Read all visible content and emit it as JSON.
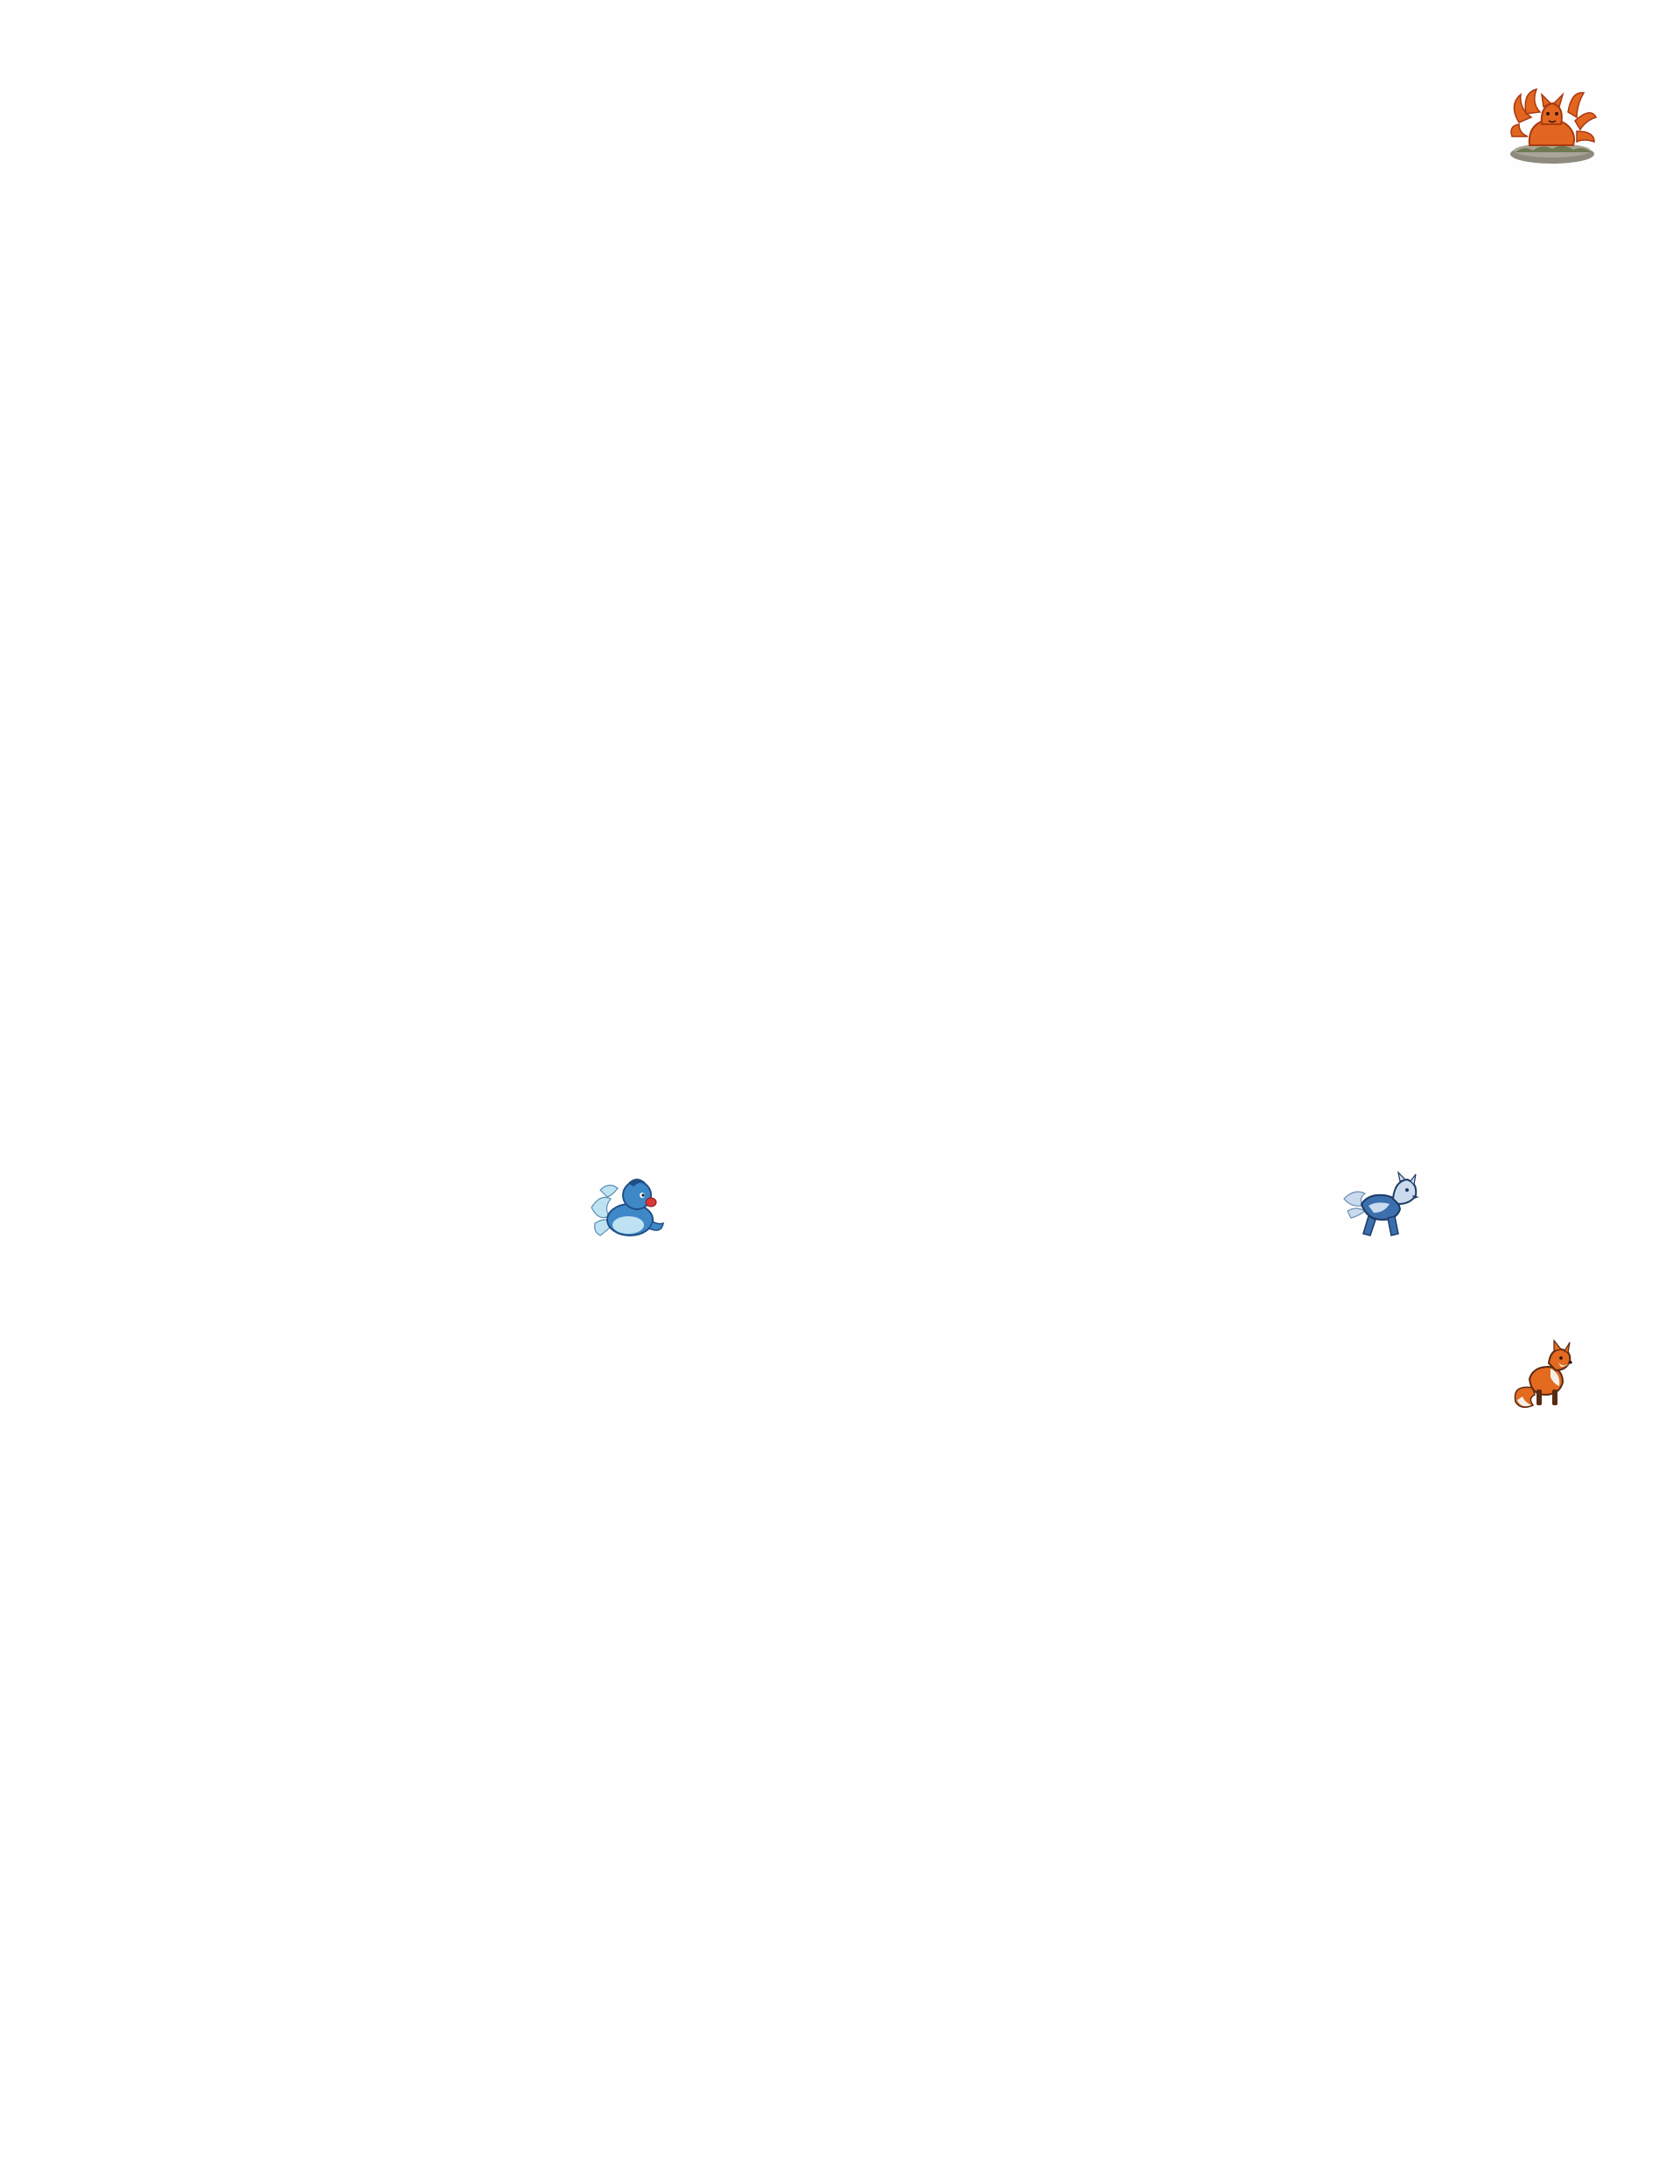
{
  "scene": {
    "background_color": "#fefefe"
  },
  "sprites": [
    {
      "id": "nine-tailed-fox",
      "icon": "nine-tailed-fox-sprite",
      "colors": {
        "body": "#e2661f",
        "dark": "#a83a12",
        "rock": "#8d8a7e",
        "moss": "#6f7a52"
      }
    },
    {
      "id": "blue-water-creature",
      "icon": "blue-water-creature-sprite",
      "colors": {
        "body": "#3f88c8",
        "light": "#bfe2f2",
        "accent": "#d8383a",
        "dark": "#1f4f86"
      }
    },
    {
      "id": "blue-ice-wolf",
      "icon": "blue-ice-wolf-sprite",
      "colors": {
        "body": "#3b6fae",
        "light": "#c9dbec",
        "dark": "#1e3a66"
      }
    },
    {
      "id": "red-fox",
      "icon": "red-fox-sprite",
      "colors": {
        "body": "#e46a1f",
        "white": "#f4efe8",
        "dark": "#5a2b14"
      }
    }
  ]
}
